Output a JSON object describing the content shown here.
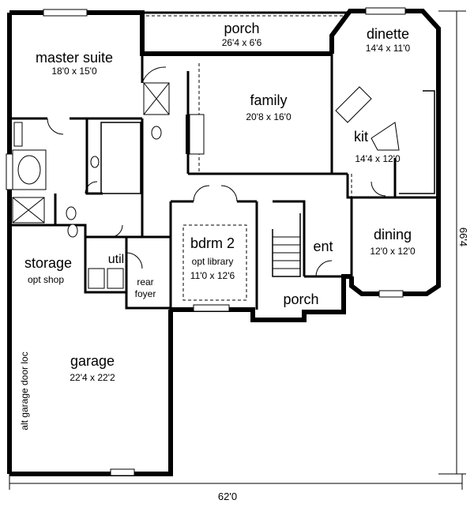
{
  "rooms": {
    "porch_back": {
      "name": "porch",
      "dim": "26'4 x 6'6"
    },
    "dinette": {
      "name": "dinette",
      "dim": "14'4 x 11'0"
    },
    "master_suite": {
      "name": "master suite",
      "dim": "18'0 x 15'0"
    },
    "family": {
      "name": "family",
      "dim": "20'8 x 16'0"
    },
    "kit": {
      "name": "kit",
      "dim": "14'4 x 12'0"
    },
    "storage": {
      "name": "storage",
      "note": "opt shop"
    },
    "util": {
      "name": "util"
    },
    "rear_foyer": {
      "line1": "rear",
      "line2": "foyer"
    },
    "bdrm2": {
      "name": "bdrm 2",
      "note": "opt library",
      "dim": "11'0 x 12'6"
    },
    "ent": {
      "name": "ent"
    },
    "dining": {
      "name": "dining",
      "dim": "12'0 x 12'0"
    },
    "porch_front": {
      "name": "porch"
    },
    "garage": {
      "name": "garage",
      "dim": "22'4 x 22'2"
    }
  },
  "notes": {
    "alt_garage_door": "alt garage door loc"
  },
  "dimensions": {
    "width": "62'0",
    "depth": "66'4"
  }
}
